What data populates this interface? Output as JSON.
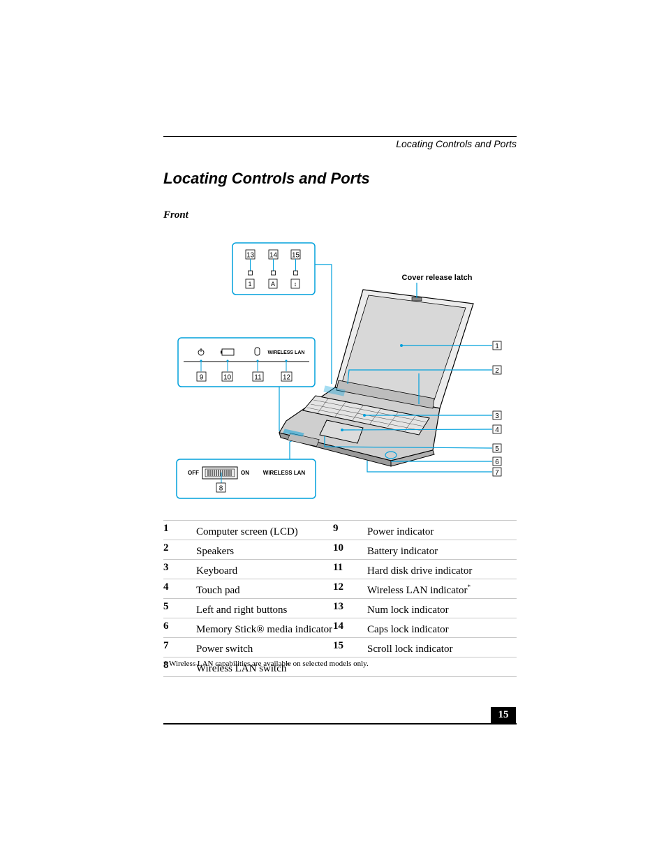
{
  "header": {
    "running_title": "Locating Controls and Ports"
  },
  "title": "Locating Controls and Ports",
  "section": "Front",
  "diagram": {
    "callout_cover_latch": "Cover release latch",
    "lock_numbers": [
      "13",
      "14",
      "15"
    ],
    "lock_symbols": [
      "1",
      "A",
      "↕"
    ],
    "indicator_numbers": [
      "9",
      "10",
      "11",
      "12"
    ],
    "indicator_wireless_label": "WIRELESS LAN",
    "switch_off": "OFF",
    "switch_on": "ON",
    "switch_wireless_label": "WIRELESS LAN",
    "switch_number": "8",
    "right_numbers": [
      "1",
      "2",
      "3",
      "4",
      "5",
      "6",
      "7"
    ]
  },
  "parts": [
    {
      "n1": "1",
      "l1": "Computer screen (LCD)",
      "n2": "9",
      "l2": "Power indicator",
      "star1": "",
      "star2": ""
    },
    {
      "n1": "2",
      "l1": "Speakers",
      "n2": "10",
      "l2": "Battery indicator",
      "star1": "",
      "star2": ""
    },
    {
      "n1": "3",
      "l1": "Keyboard",
      "n2": "11",
      "l2": "Hard disk drive indicator",
      "star1": "",
      "star2": ""
    },
    {
      "n1": "4",
      "l1": "Touch pad",
      "n2": "12",
      "l2": "Wireless LAN indicator",
      "star1": "",
      "star2": "*"
    },
    {
      "n1": "5",
      "l1": "Left and right buttons",
      "n2": "13",
      "l2": "Num lock indicator",
      "star1": "",
      "star2": ""
    },
    {
      "n1": "6",
      "l1": "Memory Stick® media indicator",
      "n2": "14",
      "l2": "Caps lock indicator",
      "star1": "",
      "star2": ""
    },
    {
      "n1": "7",
      "l1": "Power switch",
      "n2": "15",
      "l2": "Scroll lock indicator",
      "star1": "",
      "star2": ""
    },
    {
      "n1": "8",
      "l1": "Wireless LAN switch",
      "n2": "",
      "l2": "",
      "star1": "*",
      "star2": ""
    }
  ],
  "footnote": "*  Wireless LAN capabilities are available on selected models only.",
  "page_number": "15",
  "colors": {
    "callout": "#00a0dc",
    "screen": "#d8d8d8",
    "body": "#c8c8c8"
  }
}
